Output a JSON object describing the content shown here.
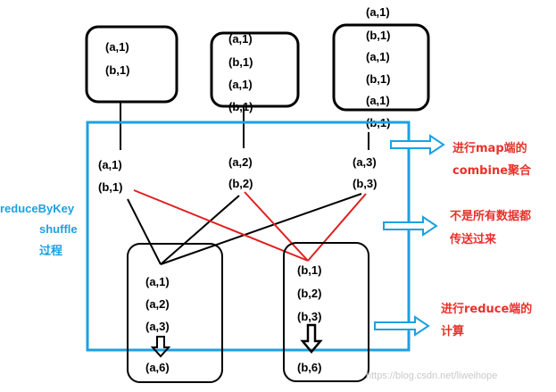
{
  "map_blocks": [
    {
      "records": [
        "(a,1)",
        "(b,1)"
      ]
    },
    {
      "records": [
        "(a,1)",
        "(b,1)",
        "(a,1)",
        "(b,1)"
      ]
    },
    {
      "records": [
        "(a,1)",
        "(b,1)",
        "(a,1)",
        "(b,1)",
        "(a,1)",
        "(b,1)"
      ]
    }
  ],
  "combined": [
    {
      "a": "(a,1)",
      "b": "(b,1)"
    },
    {
      "a": "(a,2)",
      "b": "(b,2)"
    },
    {
      "a": "(a,3)",
      "b": "(b,3)"
    }
  ],
  "reduce_blocks": [
    {
      "inputs": [
        "(a,1)",
        "(a,2)",
        "(a,3)"
      ],
      "result": "(a,6)"
    },
    {
      "inputs": [
        "(b,1)",
        "(b,2)",
        "(b,3)"
      ],
      "result": "(b,6)"
    }
  ],
  "shuffle_label": [
    "reduceByKey",
    "shuffle",
    "过程"
  ],
  "annotations": {
    "combine": [
      "进行map端的",
      "combine聚合"
    ],
    "partial": [
      "不是所有数据都",
      "传送过来"
    ],
    "reduce": [
      "进行reduce端的",
      "计算"
    ]
  },
  "watermark": "https://blog.csdn.net/liweihope",
  "colors": {
    "shuffle_box": "#1ba1e2",
    "note_text": "#e8312a",
    "cross_line": "#e02020",
    "arrow": "#1ba1e2"
  }
}
